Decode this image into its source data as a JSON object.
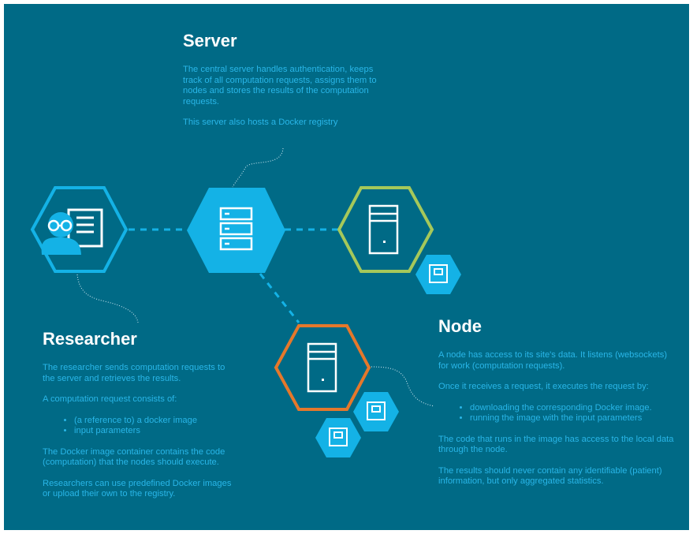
{
  "colors": {
    "background": "#006a86",
    "accent": "#14b2e6",
    "text": "#29b6e8",
    "title": "#ffffff",
    "node_green": "#a5c85a",
    "node_orange": "#e5782b"
  },
  "icons": [
    "researcher-icon",
    "server-stack-icon",
    "tower-server-icon",
    "floppy-disk-icon"
  ],
  "server": {
    "title": "Server",
    "paragraphs": [
      "The central server handles authentication, keeps track of all computation requests, assigns them to nodes and stores the results of the computation requests.",
      "This server also hosts a Docker registry"
    ]
  },
  "researcher": {
    "title": "Researcher",
    "p1": "The researcher sends computation requests to the server and retrieves the results.",
    "p2": "A computation request consists of:",
    "bullets": [
      "(a reference to) a docker image",
      "input parameters"
    ],
    "p3": "The Docker image container contains the code (computation) that the nodes should execute.",
    "p4": "Researchers can use predefined Docker images or upload their own to the registry."
  },
  "node": {
    "title": "Node",
    "p1": "A node has access to its site's data. It listens (websockets) for work (computation requests).",
    "p2": "Once it receives a request, it executes the request by:",
    "bullets": [
      "downloading the corresponding Docker image.",
      "running the image with the input parameters"
    ],
    "p3": "The code that runs in the image has access to the local data through the node.",
    "p4": "The results should never contain any identifiable (patient) information, but only aggregated statistics."
  }
}
